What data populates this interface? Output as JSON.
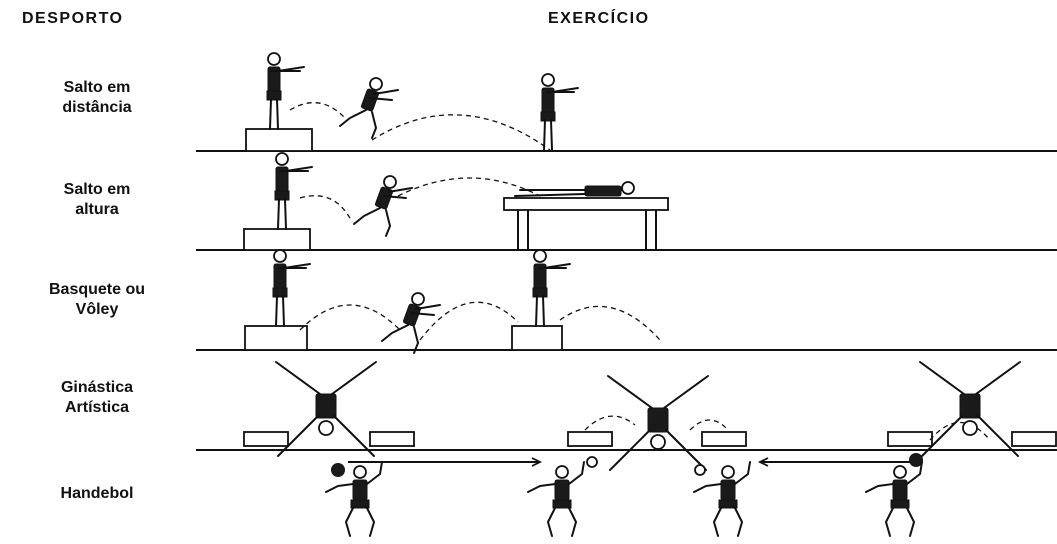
{
  "headers": {
    "sport": "DESPORTO",
    "exercise": "EXERCÍCIO"
  },
  "rows": [
    {
      "label": "Salto em\ndistância"
    },
    {
      "label": "Salto em\naltura"
    },
    {
      "label": "Basquete ou\nVôley"
    },
    {
      "label": "Ginástica\nArtística"
    },
    {
      "label": "Handebol"
    }
  ]
}
